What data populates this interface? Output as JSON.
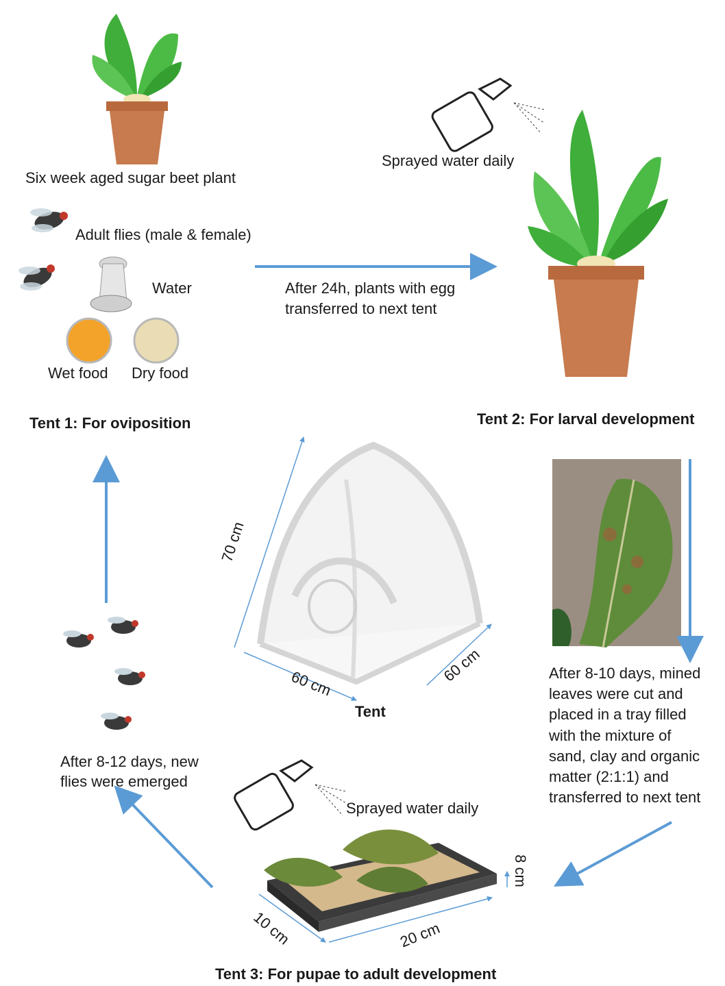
{
  "tent1": {
    "title": "Tent 1: For oviposition",
    "plant_label": "Six week aged sugar beet plant",
    "flies_label": "Adult flies (male & female)",
    "water_label": "Water",
    "wet_food_label": "Wet food",
    "dry_food_label": "Dry food"
  },
  "arrow_1_2": {
    "line1": "After 24h, plants with egg",
    "line2": "transferred to next tent"
  },
  "tent2": {
    "title": "Tent 2: For larval development",
    "spray_label": "Sprayed water daily"
  },
  "arrow_2_3": {
    "lines": [
      "After 8-10 days, mined",
      "leaves were cut and",
      "placed in a tray filled",
      "with the mixture of",
      "sand, clay and organic",
      "matter (2:1:1) and",
      "transferred to next tent"
    ]
  },
  "tent_figure": {
    "label": "Tent",
    "height": "70 cm",
    "width": "60 cm",
    "depth": "60 cm"
  },
  "tent3": {
    "title": "Tent 3: For pupae to adult development",
    "spray_label": "Sprayed water daily",
    "tray_width": "10 cm",
    "tray_length": "20 cm",
    "tray_height": "8 cm"
  },
  "arrow_3_1": {
    "line1": "After 8-12 days, new",
    "line2": "flies were emerged"
  },
  "colors": {
    "arrow": "#5b9bd5",
    "leaf": "#3fae3a",
    "pot": "#c77b4e"
  }
}
